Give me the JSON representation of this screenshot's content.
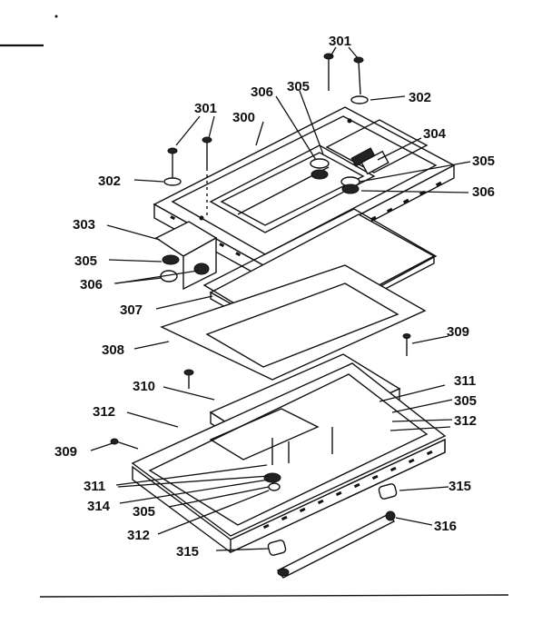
{
  "diagram": {
    "part_labels": [
      "301",
      "302",
      "300",
      "306",
      "305",
      "304",
      "305",
      "306",
      "301",
      "302",
      "303",
      "305",
      "306",
      "307",
      "308",
      "309",
      "310",
      "311",
      "305",
      "312",
      "312",
      "309",
      "311",
      "314",
      "305",
      "312",
      "315",
      "315",
      "316"
    ]
  }
}
